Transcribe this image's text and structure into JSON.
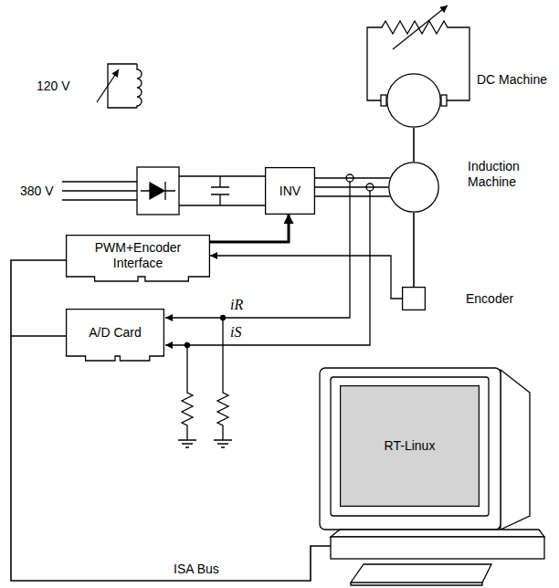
{
  "diagram": {
    "nodes": [
      {
        "text": [
          "DC Machine"
        ]
      },
      {
        "text": [
          "INV"
        ]
      },
      {
        "text": [
          "Induction Machine"
        ]
      },
      {
        "text": [
          "PWM+Encoder Interface"
        ]
      },
      {
        "text": [
          "Encoder"
        ]
      },
      {
        "text": [
          "A/D Card"
        ]
      },
      {
        "text": [
          "RT-Linux"
        ]
      }
    ],
    "edges": [
      {
        "from": 0,
        "to": 2,
        "arrow": "none"
      },
      {
        "from": 1,
        "to": 2,
        "arrow": "none"
      },
      {
        "from": 3,
        "to": 1,
        "arrow": "to"
      },
      {
        "from": 4,
        "to": 3,
        "arrow": "to"
      },
      {
        "from": 2,
        "to": 4,
        "arrow": "none"
      }
    ],
    "labels": [
      "120 V",
      "380 V",
      "iR",
      "iS",
      "ISA Bus"
    ]
  }
}
